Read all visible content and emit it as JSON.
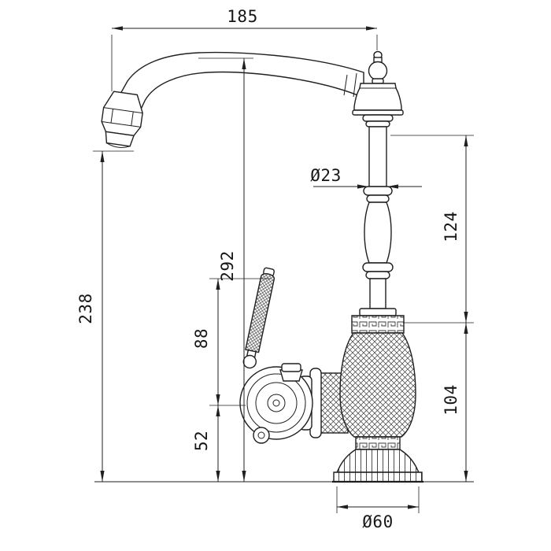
{
  "colors": {
    "background": "#ffffff",
    "line": "#1f1f1f"
  },
  "dimensions": {
    "spout_reach": "185",
    "spout_pipe_diameter": "Ø23",
    "upper_body_height": "124",
    "lower_body_height": "104",
    "total_height": "292",
    "spout_outlet_height": "238",
    "handle_top_to_valve_axis": "88",
    "valve_axis_to_base": "52",
    "base_diameter": "Ø60"
  }
}
